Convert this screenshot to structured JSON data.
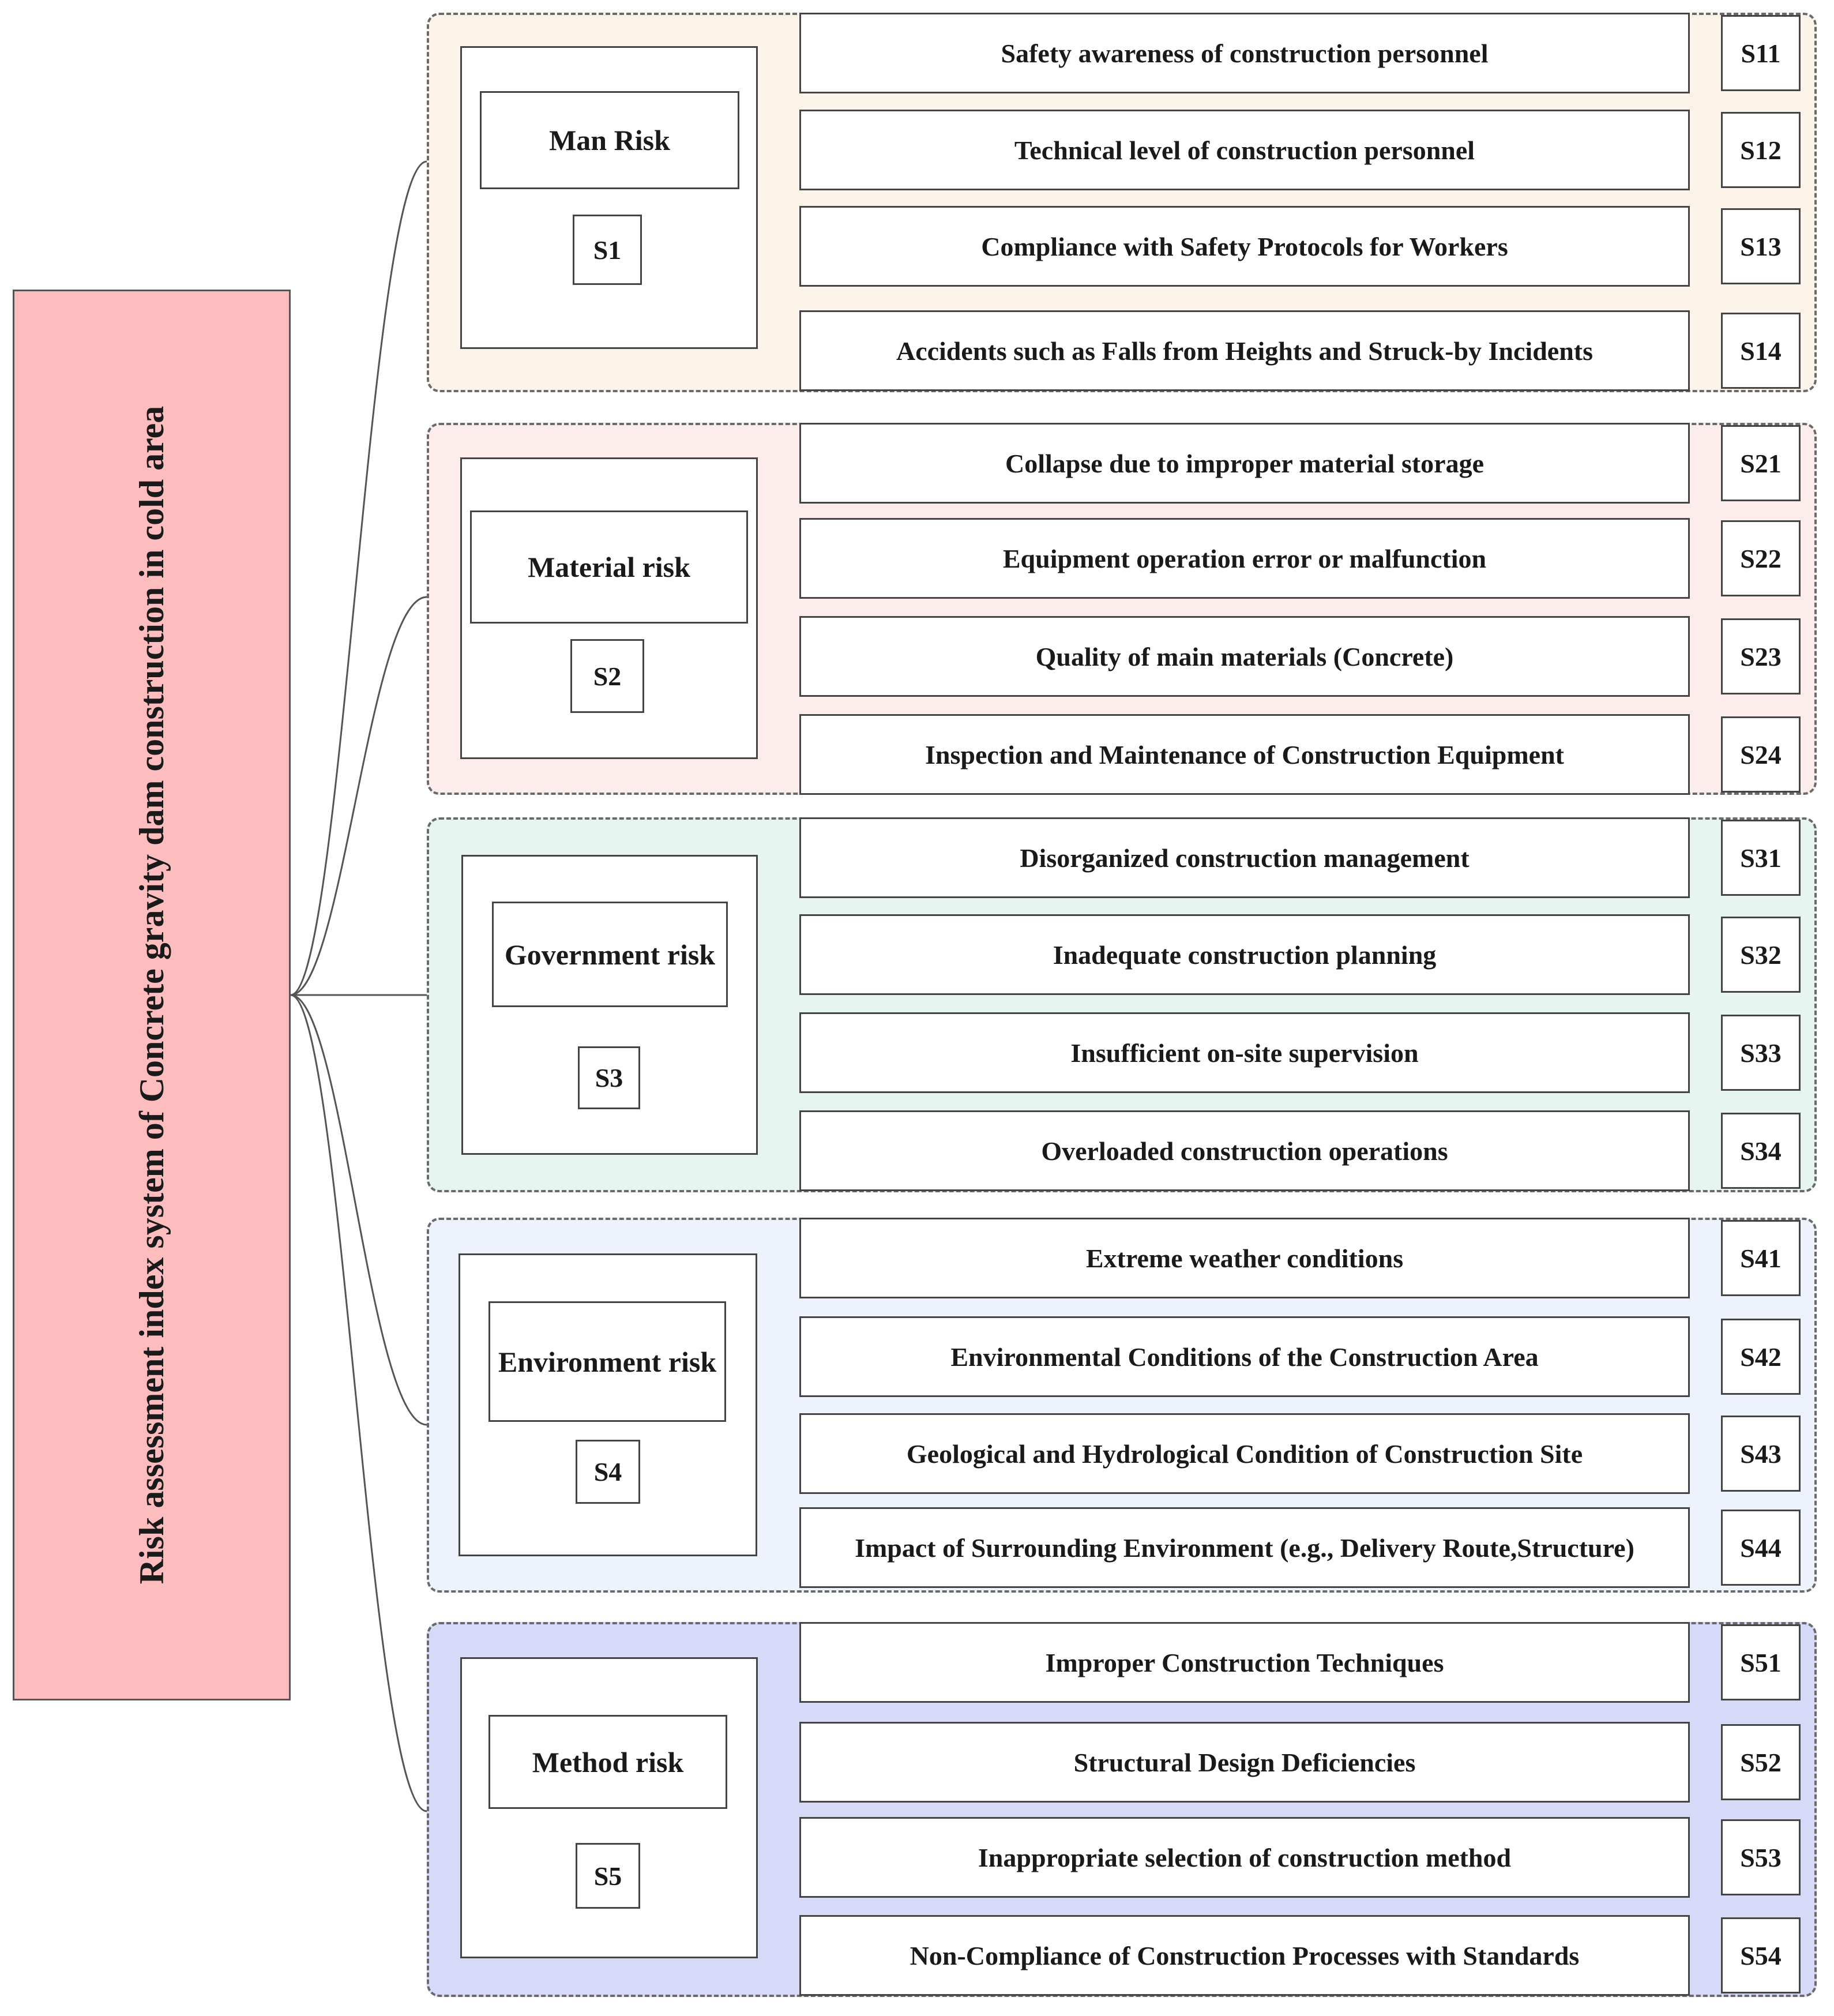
{
  "root": {
    "title": "Risk assessment index system of Concrete gravity dam construction in cold area"
  },
  "groups": [
    {
      "label": "Man Risk",
      "code": "S1",
      "color": "#fdf4e9",
      "items": [
        {
          "text": "Safety awareness of construction personnel",
          "code": "S11"
        },
        {
          "text": "Technical level of construction personnel",
          "code": "S12"
        },
        {
          "text": "Compliance with Safety Protocols for Workers",
          "code": "S13"
        },
        {
          "text": "Accidents such as Falls from Heights and Struck-by Incidents",
          "code": "S14"
        }
      ]
    },
    {
      "label": "Material risk",
      "code": "S2",
      "color": "#fdecec",
      "items": [
        {
          "text": "Collapse due to improper material storage",
          "code": "S21"
        },
        {
          "text": "Equipment operation error or malfunction",
          "code": "S22"
        },
        {
          "text": "Quality of main materials (Concrete)",
          "code": "S23"
        },
        {
          "text": "Inspection and Maintenance of Construction Equipment",
          "code": "S24"
        }
      ]
    },
    {
      "label": "Government risk",
      "code": "S3",
      "color": "#e7f5f1",
      "items": [
        {
          "text": "Disorganized construction management",
          "code": "S31"
        },
        {
          "text": "Inadequate construction planning",
          "code": "S32"
        },
        {
          "text": "Insufficient on-site supervision",
          "code": "S33"
        },
        {
          "text": "Overloaded construction operations",
          "code": "S34"
        }
      ]
    },
    {
      "label": "Environment risk",
      "code": "S4",
      "color": "#edf2fd",
      "items": [
        {
          "text": "Extreme weather conditions",
          "code": "S41"
        },
        {
          "text": "Environmental Conditions of the Construction Area",
          "code": "S42"
        },
        {
          "text": "Geological and Hydrological Condition of  Construction Site",
          "code": "S43"
        },
        {
          "text": "Impact of Surrounding Environment (e.g., Delivery Route,Structure)",
          "code": "S44"
        }
      ]
    },
    {
      "label": "Method risk",
      "code": "S5",
      "color": "#d6d9f7",
      "items": [
        {
          "text": "Improper Construction Techniques",
          "code": "S51"
        },
        {
          "text": "Structural Design Deficiencies",
          "code": "S52"
        },
        {
          "text": "Inappropriate selection of construction method",
          "code": "S53"
        },
        {
          "text": "Non-Compliance of Construction Processes with Standards",
          "code": "S54"
        }
      ]
    }
  ]
}
